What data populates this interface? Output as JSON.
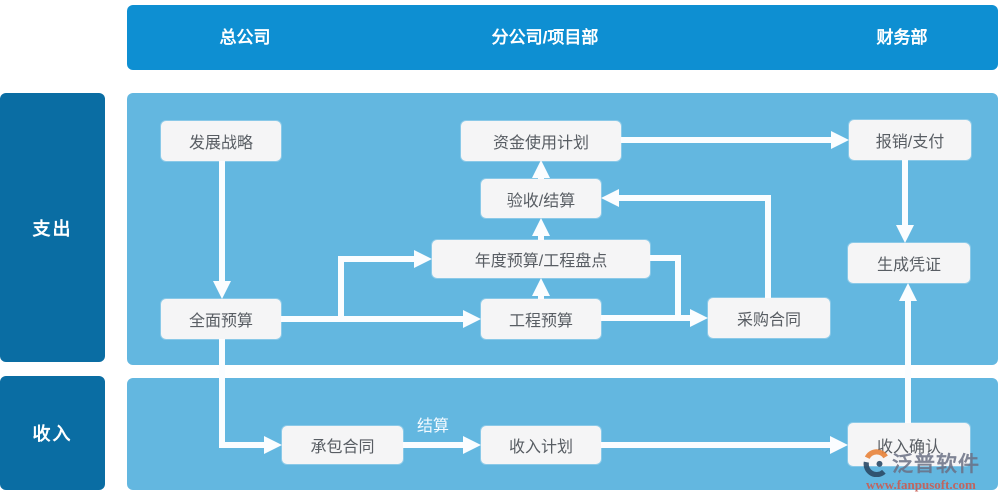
{
  "header": {
    "columns": [
      "总公司",
      "分公司/项目部",
      "财务部"
    ]
  },
  "lanes": {
    "expense": "支出",
    "income": "收入"
  },
  "nodes": {
    "development_strategy": "发展战略",
    "fund_usage_plan": "资金使用计划",
    "reimbursement_payment": "报销/支付",
    "acceptance_settlement": "验收/结算",
    "annual_budget_inventory": "年度预算/工程盘点",
    "overall_budget": "全面预算",
    "project_budget": "工程预算",
    "purchase_contract": "采购合同",
    "generate_voucher": "生成凭证",
    "contracting_contract": "承包合同",
    "income_plan": "收入计划",
    "income_confirmation": "收入确认"
  },
  "edge_labels": {
    "settlement": "结算"
  },
  "edges": [
    {
      "from": "development_strategy",
      "to": "overall_budget"
    },
    {
      "from": "overall_budget",
      "to": "project_budget"
    },
    {
      "from": "overall_budget",
      "to": "annual_budget_inventory"
    },
    {
      "from": "project_budget",
      "to": "annual_budget_inventory"
    },
    {
      "from": "annual_budget_inventory",
      "to": "acceptance_settlement"
    },
    {
      "from": "acceptance_settlement",
      "to": "fund_usage_plan"
    },
    {
      "from": "fund_usage_plan",
      "to": "reimbursement_payment"
    },
    {
      "from": "reimbursement_payment",
      "to": "generate_voucher"
    },
    {
      "from": "purchase_contract",
      "to": "acceptance_settlement"
    },
    {
      "from": "annual_budget_inventory",
      "to": "purchase_contract"
    },
    {
      "from": "project_budget",
      "to": "purchase_contract"
    },
    {
      "from": "overall_budget",
      "to": "contracting_contract"
    },
    {
      "from": "contracting_contract",
      "to": "income_plan",
      "label": "结算"
    },
    {
      "from": "income_plan",
      "to": "income_confirmation"
    },
    {
      "from": "income_confirmation",
      "to": "generate_voucher"
    }
  ],
  "watermark": {
    "brand": "泛普软件",
    "url": "www.fanpusoft.com"
  },
  "colors": {
    "header_blue": "#0E8FD2",
    "lane_blue": "#0A6DA3",
    "panel_blue": "#63B7E0",
    "node_bg": "#F5F5F6",
    "node_text": "#585D63",
    "arrow_white": "#FBFDFF",
    "logo_orange": "#E8833A",
    "logo_navy": "#2B4A66"
  }
}
